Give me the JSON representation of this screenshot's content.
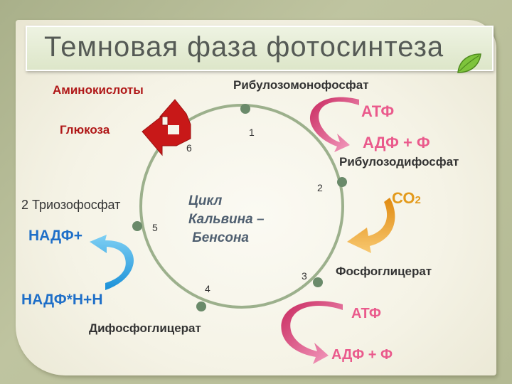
{
  "title": "Темновая фаза  фотосинтеза",
  "cycle_label": "Цикл\nКальвина –\n Бенсона",
  "compounds": {
    "ribulose_monophosphate": "Рибулозомонофосфат",
    "ribulose_diphosphate": "Рибулозодифосфат",
    "phosphoglycerate": "Фосфоглицерат",
    "diphosphoglycerate": "Дифосфоглицерат",
    "triose_phosphate": "2 Триозофосфат",
    "amino_acids": "Аминокислоты",
    "glucose": "Глюкоза"
  },
  "cofactors": {
    "atp_top": "АТФ",
    "adp_top": "АДФ + Ф",
    "co2": "СО",
    "co2_sub": "2",
    "atp_bottom": "АТФ",
    "adp_bottom": "АДФ + Ф",
    "nadp": "НАДФ+",
    "nadph": "НАДФ*Н+Н"
  },
  "steps": [
    "1",
    "2",
    "3",
    "4",
    "5",
    "6"
  ],
  "colors": {
    "cycle_ring": "#9cb08c",
    "node": "#6a8a6a",
    "red_arrow": "#c81818",
    "pink_arrow": "#ea5a8c",
    "orange_arrow": "#f0a028",
    "blue_arrow": "#2aa6e0"
  }
}
